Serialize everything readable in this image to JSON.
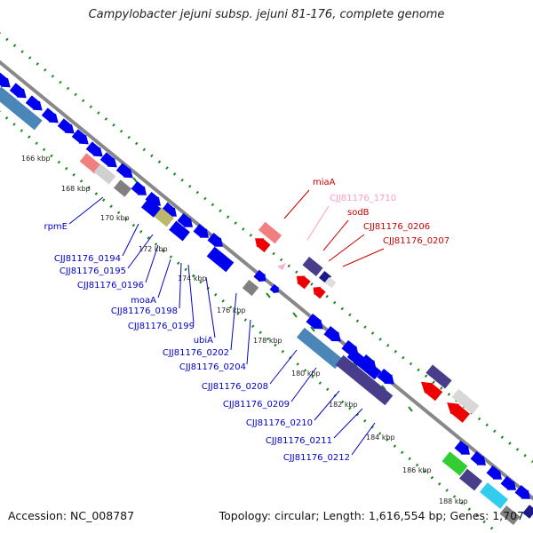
{
  "header": {
    "title": "Campylobacter jejuni subsp. jejuni 81-176, complete genome"
  },
  "footer": {
    "accession": "Accession: NC_008787",
    "topology": "Topology: circular; Length: 1,616,554 bp; Genes: 1,707"
  },
  "colors": {
    "backbone": "#888888",
    "tick": "#1a8a1a",
    "blue_feature": "#0000ee",
    "steel_feature": "#4a86b8",
    "slate_feature": "#483d8b",
    "red_feature": "#ee0000",
    "salmon_feature": "#f08080",
    "olive_feature": "#bdb76b",
    "gray_feature": "#808080",
    "green_feature": "#33cc33",
    "cyan_feature": "#33ccee",
    "label_blue": "#0000cc",
    "label_red": "#cc0000",
    "label_pink": "#ff99cc"
  },
  "kbp_ticks": [
    "166 kbp",
    "168 kbp",
    "170 kbp",
    "172 kbp",
    "174 kbp",
    "176 kbp",
    "178 kbp",
    "180 kbp",
    "182 kbp",
    "184 kbp",
    "186 kbp",
    "188 kbp"
  ],
  "labels_forward": [
    {
      "text": "miaA",
      "color": "red"
    },
    {
      "text": "CJJ81176_1710",
      "color": "pink"
    },
    {
      "text": "sodB",
      "color": "red"
    },
    {
      "text": "CJJ81176_0206",
      "color": "red"
    },
    {
      "text": "CJJ81176_0207",
      "color": "red"
    }
  ],
  "labels_reverse": [
    {
      "text": "rpmE",
      "color": "blue"
    },
    {
      "text": "CJJ81176_0194",
      "color": "blue"
    },
    {
      "text": "CJJ81176_0195",
      "color": "blue"
    },
    {
      "text": "CJJ81176_0196",
      "color": "blue"
    },
    {
      "text": "moaA",
      "color": "blue"
    },
    {
      "text": "CJJ81176_0198",
      "color": "blue"
    },
    {
      "text": "CJJ81176_0199",
      "color": "blue"
    },
    {
      "text": "ubiA",
      "color": "blue"
    },
    {
      "text": "CJJ81176_0202",
      "color": "blue"
    },
    {
      "text": "CJJ81176_0204",
      "color": "blue"
    },
    {
      "text": "CJJ81176_0208",
      "color": "blue"
    },
    {
      "text": "CJJ81176_0209",
      "color": "blue"
    },
    {
      "text": "CJJ81176_0210",
      "color": "blue"
    },
    {
      "text": "CJJ81176_0211",
      "color": "blue"
    },
    {
      "text": "CJJ81176_0212",
      "color": "blue"
    }
  ]
}
